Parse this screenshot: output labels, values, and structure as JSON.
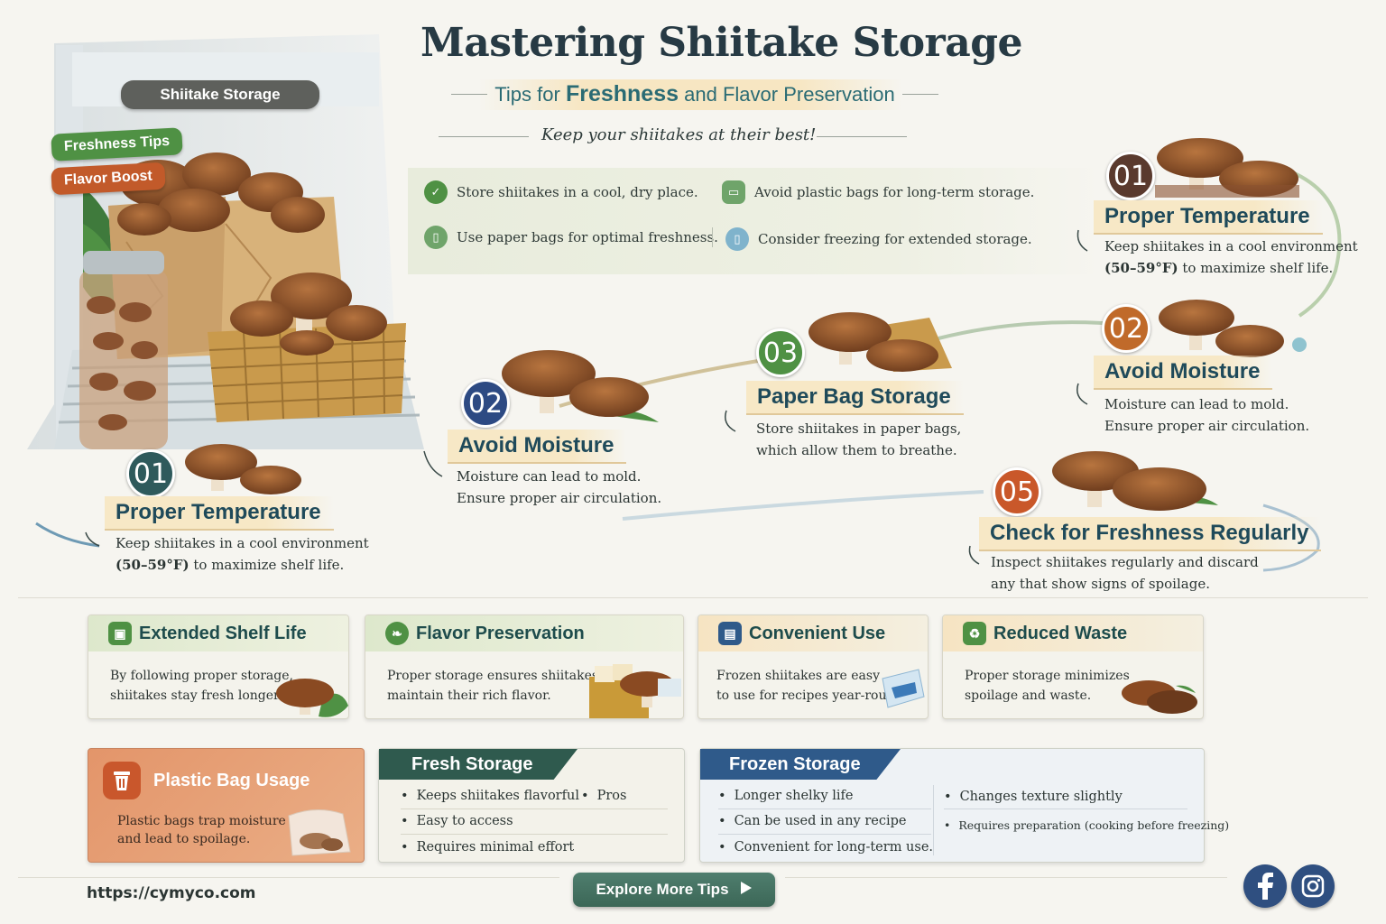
{
  "illustration": {
    "storage_label": "Shiitake Storage",
    "fresh_label": "Freshness Tips",
    "flavor_label": "Flavor Boost"
  },
  "header": {
    "title": "Mastering Shiitake Storage",
    "subtitle_parts": [
      "Tips for",
      "Freshness",
      "and",
      "Flavor Preservation"
    ],
    "tagline": "Keep your shiitakes at their best!"
  },
  "tips": [
    {
      "text": "Store shiitakes in a cool, dry place.",
      "icon": "check-icon",
      "color": "#4f9144"
    },
    {
      "text": "Avoid plastic bags for long-term storage.",
      "icon": "bag-icon",
      "color": "#6fa46a"
    },
    {
      "text": "Use paper bags for optimal freshness.",
      "icon": "paper-bag-icon",
      "color": "#6fa46a"
    },
    {
      "text": "Consider freezing for extended storage.",
      "icon": "freezer-bag-icon",
      "color": "#7fb3cc"
    }
  ],
  "steps": [
    {
      "num": "01",
      "title": "Proper Temperature",
      "desc1_a": "Keep shiitakes in a cool environment",
      "desc2_b": "(50–59°F)",
      "desc2_c": " to maximize shelf life.",
      "color": "#2f5a5c"
    },
    {
      "num": "02",
      "title": "Avoid Moisture",
      "desc1": "Moisture can lead to mold.",
      "desc2": "Ensure proper air circulation.",
      "color": "#2d4a83"
    },
    {
      "num": "03",
      "title": "Paper Bag Storage",
      "desc1": "Store shiitakes in paper bags,",
      "desc2": "which allow them to breathe.",
      "color": "#4f9144"
    },
    {
      "num": "01",
      "title": "Proper Temperature",
      "desc1_a": "Keep shiitakes in a cool environment",
      "desc2_b": "(50–59°F)",
      "desc2_c": " to maximize shelf life.",
      "color": "#5a3a2e"
    },
    {
      "num": "02",
      "title": "Avoid Moisture",
      "desc1": "Moisture can lead to mold.",
      "desc2": "Ensure proper air circulation.",
      "color": "#c06a2a"
    },
    {
      "num": "05",
      "title": "Check for Freshness Regularly",
      "desc1": "Inspect shiitakes regularly and discard",
      "desc2": "any that show signs of spoilage.",
      "color": "#c9582a"
    }
  ],
  "benefits": [
    {
      "title": "Extended Shelf Life",
      "line1": "By following proper storage,",
      "line2": "shiitakes stay fresh longer.",
      "icon": "lock-icon",
      "color": "#4f9144"
    },
    {
      "title": "Flavor Preservation",
      "line1": "Proper storage ensures shiitakes",
      "line2": "maintain their rich flavor.",
      "icon": "leaf-icon",
      "color": "#4f9144"
    },
    {
      "title": "Convenient Use",
      "line1": "Frozen shiitakes are easy",
      "line2": "to use for recipes year-round",
      "icon": "bag-icon",
      "color": "#2f5a8a"
    },
    {
      "title": "Reduced Waste",
      "line1": "Proper storage minimizes",
      "line2": "spoilage and waste.",
      "icon": "recycle-icon",
      "color": "#4f9144"
    }
  ],
  "plastic": {
    "title": "Plastic Bag Usage",
    "line1": "Plastic bags trap moisture",
    "line2": "and lead to spoilage.",
    "icon": "trash-icon"
  },
  "fresh_storage": {
    "title": "Fresh Storage",
    "items": [
      "Keeps shiitakes flavorful",
      "Easy to access",
      "Requires minimal effort"
    ],
    "side": "Pros"
  },
  "frozen_storage": {
    "title": "Frozen Storage",
    "left": [
      "Longer shelky life",
      "Can be used in any recipe",
      "Convenient for long-term use."
    ],
    "right": [
      "Changes texture slightly",
      "Requires preparation (cooking before freezing)"
    ]
  },
  "footer": {
    "url": "https://cymyco.com",
    "cta": "Explore More Tips",
    "social": [
      "facebook-icon",
      "instagram-icon"
    ]
  },
  "colors": {
    "accent_green": "#4f9144",
    "accent_orange": "#c9582a",
    "accent_navy": "#2d4a83",
    "title_ink": "#273a44"
  }
}
